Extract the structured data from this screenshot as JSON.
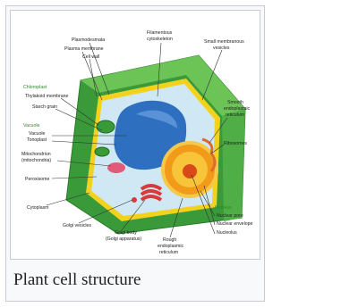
{
  "caption": "Plant cell structure",
  "colors": {
    "cell_wall": "#3a9a3a",
    "wall_light": "#5fbf4a",
    "membrane": "#f2d21c",
    "cytoplasm": "#cfe8f3",
    "vacuole": "#2f6fc0",
    "nucleus": "#f29a1a",
    "nucleolus": "#d94a1a",
    "group_label": "#2a8a2a",
    "label": "#222222"
  },
  "diagram": {
    "labels": {
      "plasmodesmata": "Plasmodesmata",
      "plasma_membrane": "Plasma membrane",
      "cell_wall": "Cell wall",
      "chloroplast_group": "Chloroplast",
      "thylakoid": "Thylakoid membrane",
      "starch": "Starch grain",
      "vacuole_group": "Vacuole",
      "vacuole": "Vacuole",
      "tonoplast": "Tonoplast",
      "mitochondrion": "Mitochondrion",
      "mitochondrion_sub": "(mitochondria)",
      "peroxisome": "Peroxisome",
      "cytoplasm": "Cytoplasm",
      "golgi_vesicles": "Golgi vesicles",
      "golgi_body": "Golgi body",
      "golgi_body_sub": "(Golgi apparatus)",
      "rough_er": "Rough",
      "rough_er_2": "endoplasmic",
      "rough_er_3": "reticulum",
      "filamentous": "Filamentous",
      "filamentous_2": "cytoskeleton",
      "small_vesicles": "Small membranous",
      "small_vesicles_2": "vesicles",
      "smooth_er": "Smooth",
      "smooth_er_2": "endoplasmic",
      "smooth_er_3": "reticulum",
      "ribosomes": "Ribosomes",
      "nucleus_group": "Nucleus",
      "nuclear_pore": "Nuclear pore",
      "nuclear_envelope": "Nuclear envelope",
      "nucleolus": "Nucleolus"
    }
  }
}
